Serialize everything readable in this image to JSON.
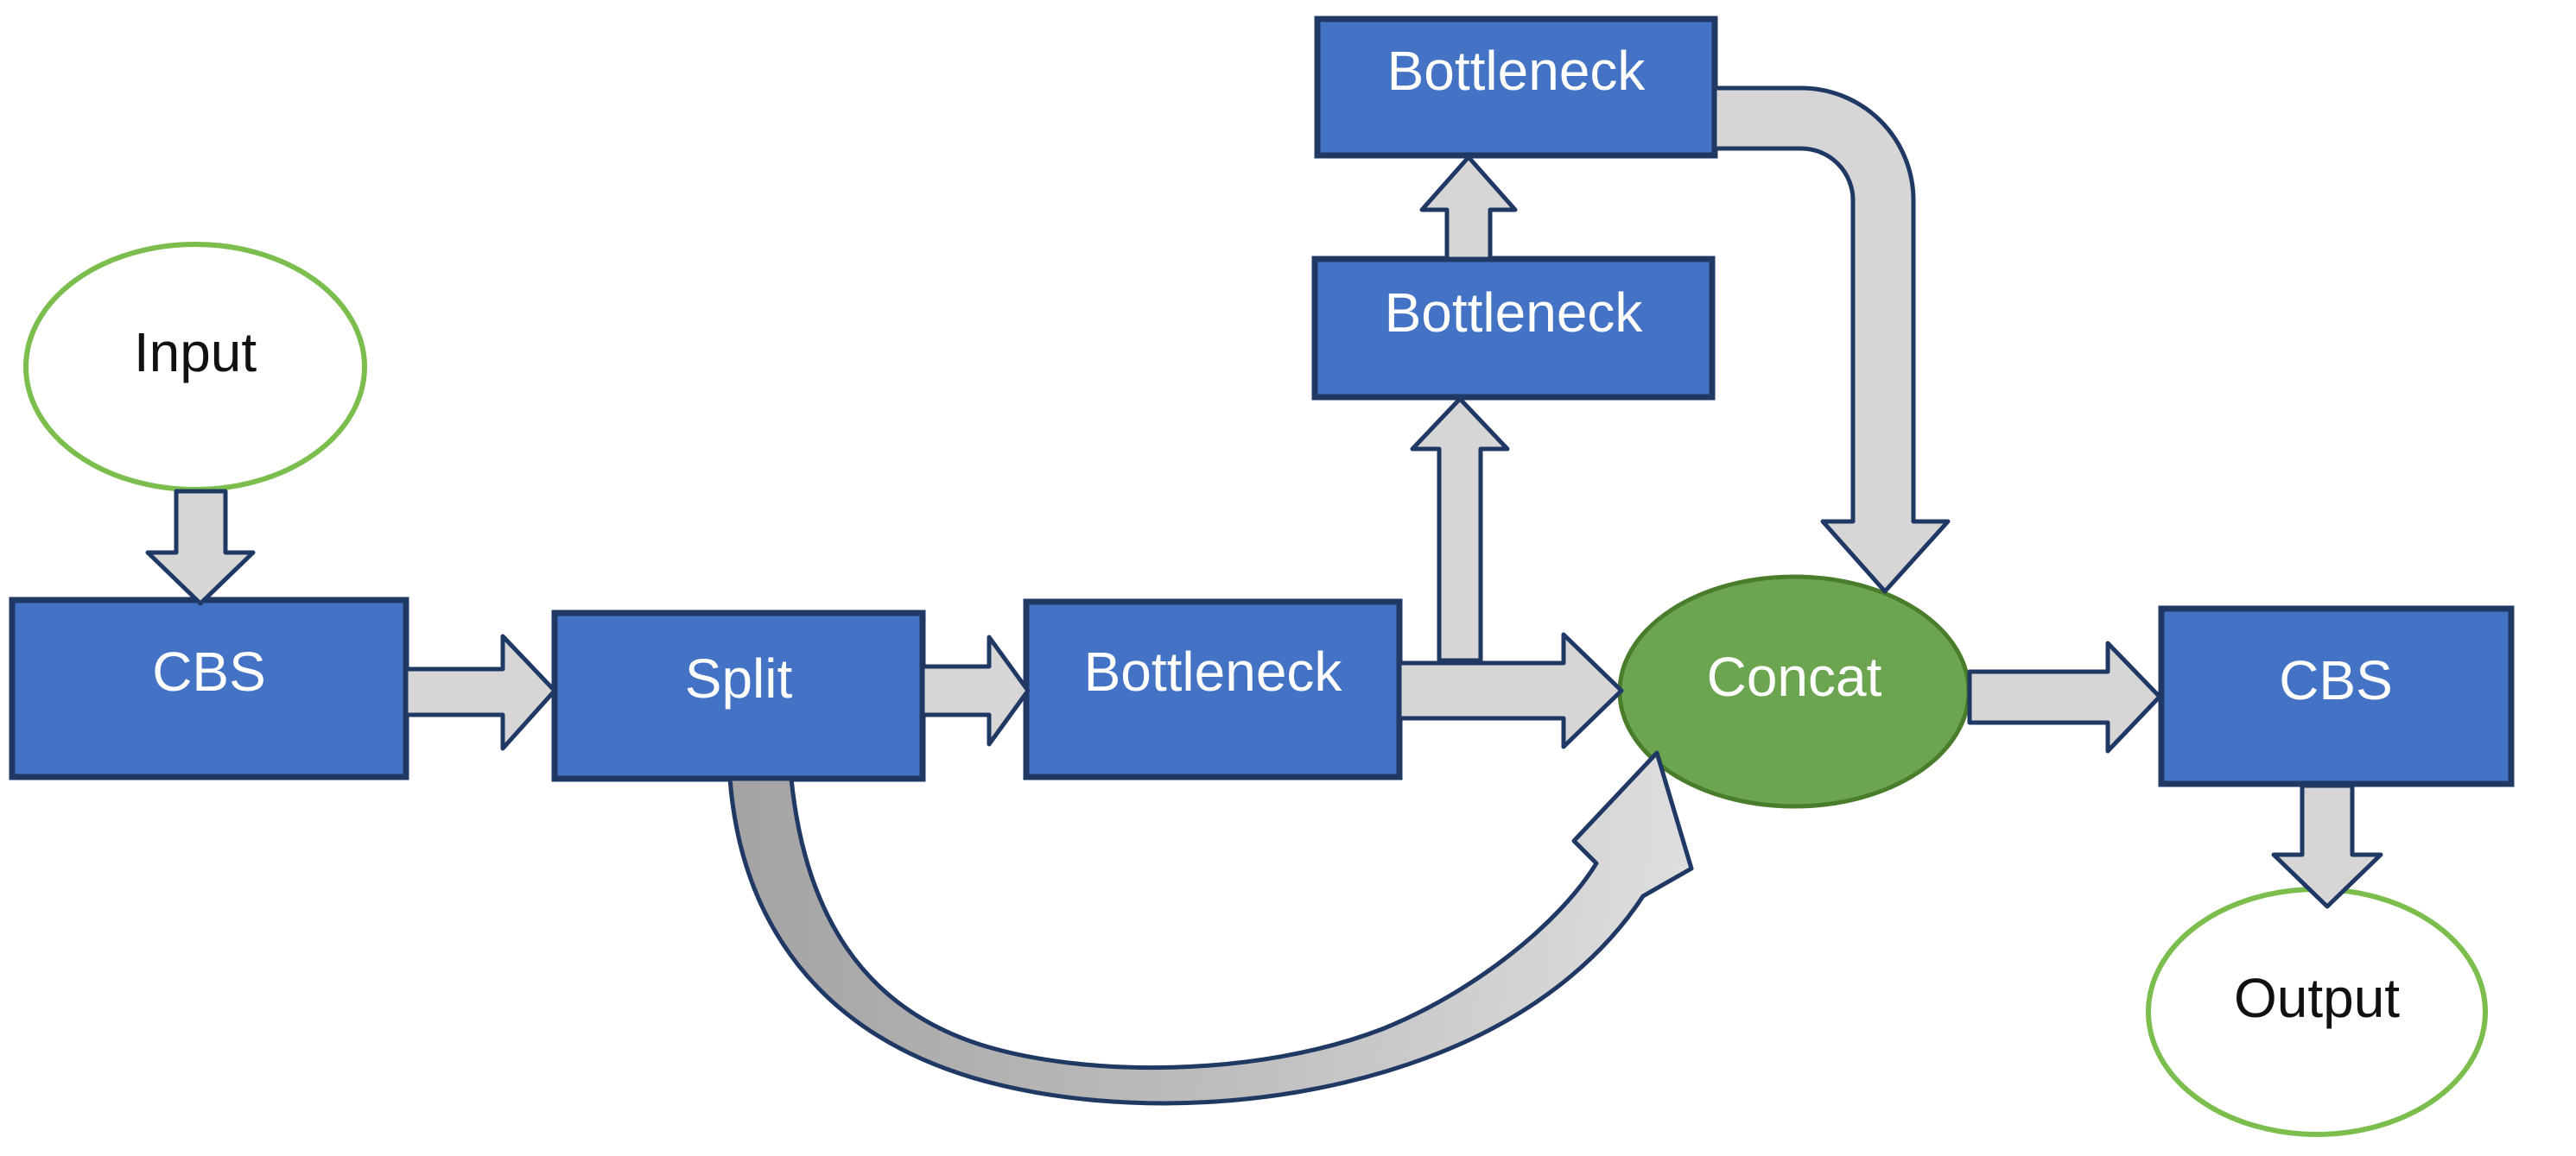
{
  "diagram": {
    "nodes": [
      {
        "id": "input",
        "label": "Input",
        "shape": "ellipse"
      },
      {
        "id": "cbs_in",
        "label": "CBS",
        "shape": "box"
      },
      {
        "id": "split",
        "label": "Split",
        "shape": "box"
      },
      {
        "id": "bottleneck_main",
        "label": "Bottleneck",
        "shape": "box"
      },
      {
        "id": "bottleneck_stack_lower",
        "label": "Bottleneck",
        "shape": "box"
      },
      {
        "id": "bottleneck_stack_top",
        "label": "Bottleneck",
        "shape": "box"
      },
      {
        "id": "concat",
        "label": "Concat",
        "shape": "ellipse"
      },
      {
        "id": "cbs_out",
        "label": "CBS",
        "shape": "box"
      },
      {
        "id": "output",
        "label": "Output",
        "shape": "ellipse"
      }
    ],
    "edges": [
      {
        "from": "input",
        "to": "cbs_in"
      },
      {
        "from": "cbs_in",
        "to": "split"
      },
      {
        "from": "split",
        "to": "bottleneck_main"
      },
      {
        "from": "bottleneck_main",
        "to": "bottleneck_stack_lower"
      },
      {
        "from": "bottleneck_stack_lower",
        "to": "bottleneck_stack_top"
      },
      {
        "from": "bottleneck_stack_top",
        "to": "concat"
      },
      {
        "from": "bottleneck_main",
        "to": "concat"
      },
      {
        "from": "split",
        "to": "concat"
      },
      {
        "from": "concat",
        "to": "cbs_out"
      },
      {
        "from": "cbs_out",
        "to": "output"
      }
    ],
    "colors": {
      "box_fill": "#4472C4",
      "box_border": "#1F3864",
      "arrow_fill": "#D6D6D6",
      "arrow_border": "#203864",
      "concat_fill": "#6CA550",
      "concat_border": "#4A7D2B",
      "terminal_fill": "#FFFFFF",
      "terminal_border": "#7BBE4E",
      "label_on_color": "#FFFFFF",
      "label_on_white": "#111111",
      "background": "#FFFFFF"
    }
  }
}
